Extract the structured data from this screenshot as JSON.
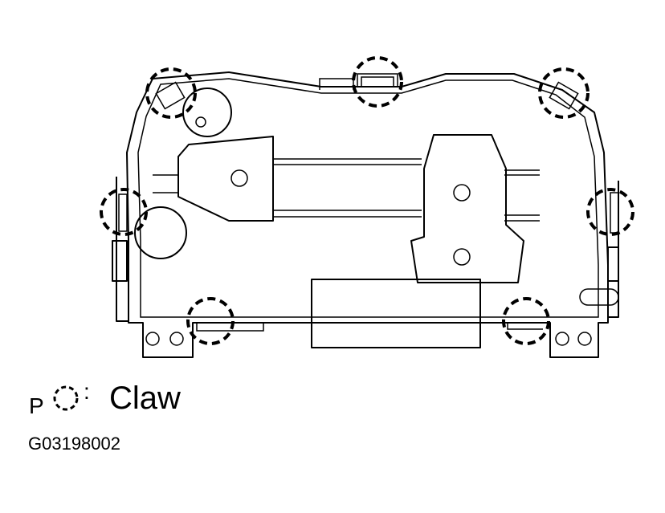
{
  "legend": {
    "prefix": "P",
    "colon": ":",
    "label": "Claw",
    "icon": "dashed-circle-icon"
  },
  "figure_code": "G03198002",
  "colors": {
    "line": "#000000",
    "background": "#ffffff"
  }
}
